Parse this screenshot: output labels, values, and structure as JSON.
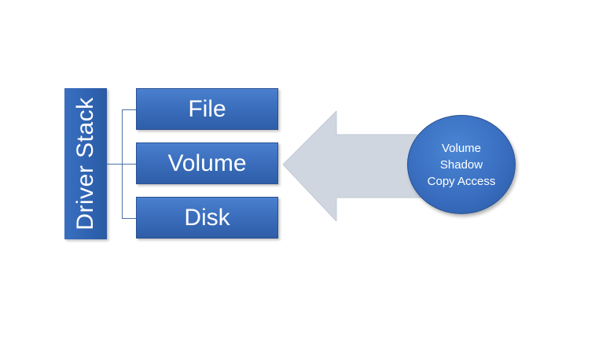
{
  "diagram": {
    "stack_label": "Driver Stack",
    "layers": [
      {
        "label": "File"
      },
      {
        "label": "Volume"
      },
      {
        "label": "Disk"
      }
    ],
    "source": {
      "lines": [
        "Volume",
        "Shadow",
        "Copy Access"
      ]
    }
  },
  "colors": {
    "box_blue": "#3a6dbc",
    "arrow_fill": "#cfd6e0",
    "connector": "#4a72a8"
  }
}
